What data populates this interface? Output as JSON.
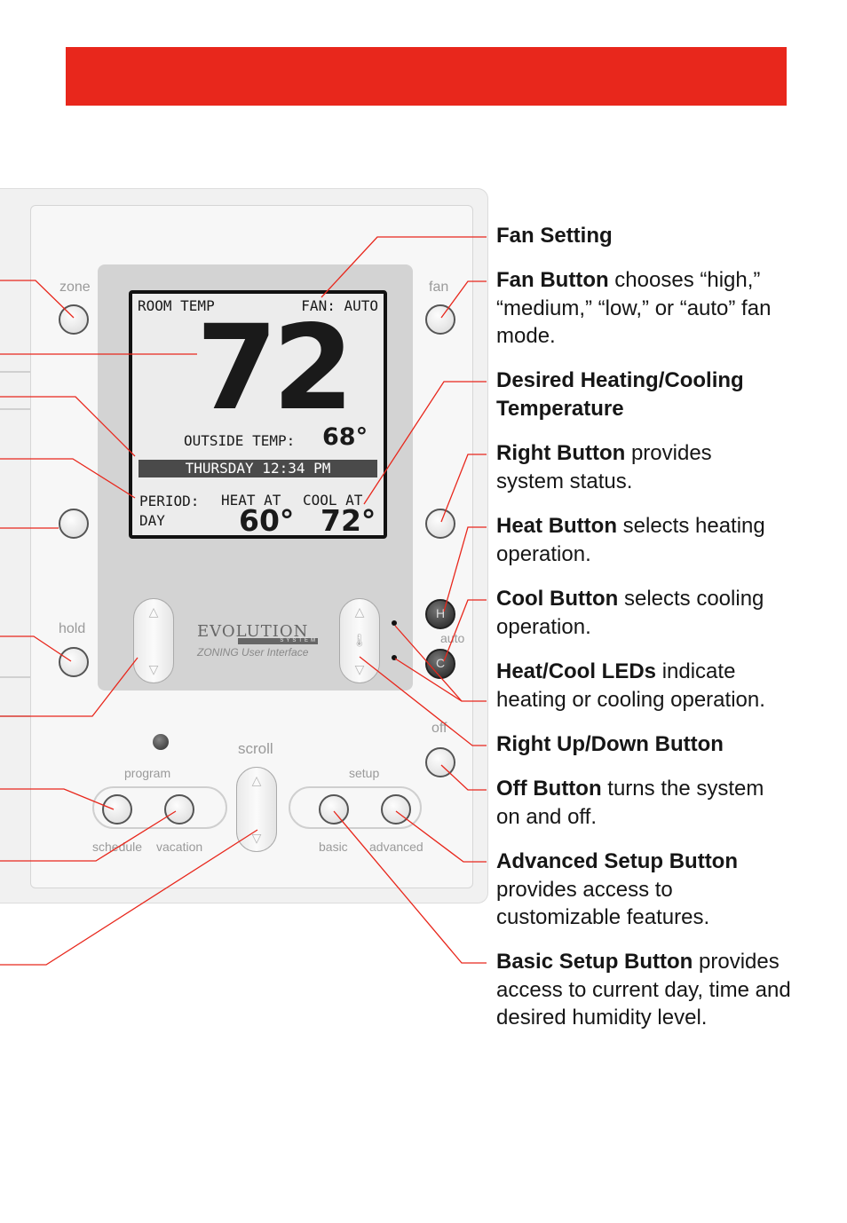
{
  "device": {
    "lcd": {
      "room_label": "ROOM TEMP",
      "fan_label": "FAN: AUTO",
      "room_temp": "72",
      "degree": "°",
      "outside_label": "OUTSIDE TEMP:",
      "outside_temp": "68°",
      "day_time": "THURSDAY  12:34 PM",
      "period_label": "PERIOD:",
      "period_value": "DAY",
      "heat_label": "HEAT AT",
      "cool_label": "COOL AT",
      "heat_value": "60°",
      "cool_value": "72°"
    },
    "labels": {
      "zone": "zone",
      "fan": "fan",
      "hold": "hold",
      "auto": "auto",
      "off": "off",
      "scroll": "scroll",
      "program": "program",
      "setup": "setup",
      "schedule": "schedule",
      "vacation": "vacation",
      "basic": "basic",
      "advanced": "advanced",
      "heat_glyph": "H",
      "cool_glyph": "C"
    },
    "logo": {
      "name": "EVOLUTION",
      "system": "SYSTEM",
      "subtitle": "ZONING User Interface"
    }
  },
  "callouts": [
    {
      "bold": "Fan Setting",
      "text": ""
    },
    {
      "bold": "Fan Button",
      "text": " chooses “high,” “medium,” “low,” or “auto” fan mode."
    },
    {
      "bold": "Desired Heating/Cooling Temperature",
      "text": ""
    },
    {
      "bold": "Right Button",
      "text": " provides system status."
    },
    {
      "bold": "Heat Button",
      "text": " selects heating operation."
    },
    {
      "bold": "Cool Button",
      "text": " selects cooling operation."
    },
    {
      "bold": "Heat/Cool LEDs",
      "text": " indicate heating or cooling operation."
    },
    {
      "bold": "Right Up/Down Button",
      "text": ""
    },
    {
      "bold": "Off Button",
      "text": " turns the system on and off."
    },
    {
      "bold": "Advanced Setup Button",
      "text": " provides access to customizable features."
    },
    {
      "bold": "Basic Setup Button",
      "text": " provides access to current day, time and desired humidity level."
    }
  ],
  "colors": {
    "accent_red": "#e8271c",
    "leader_line": "#e8271c"
  }
}
